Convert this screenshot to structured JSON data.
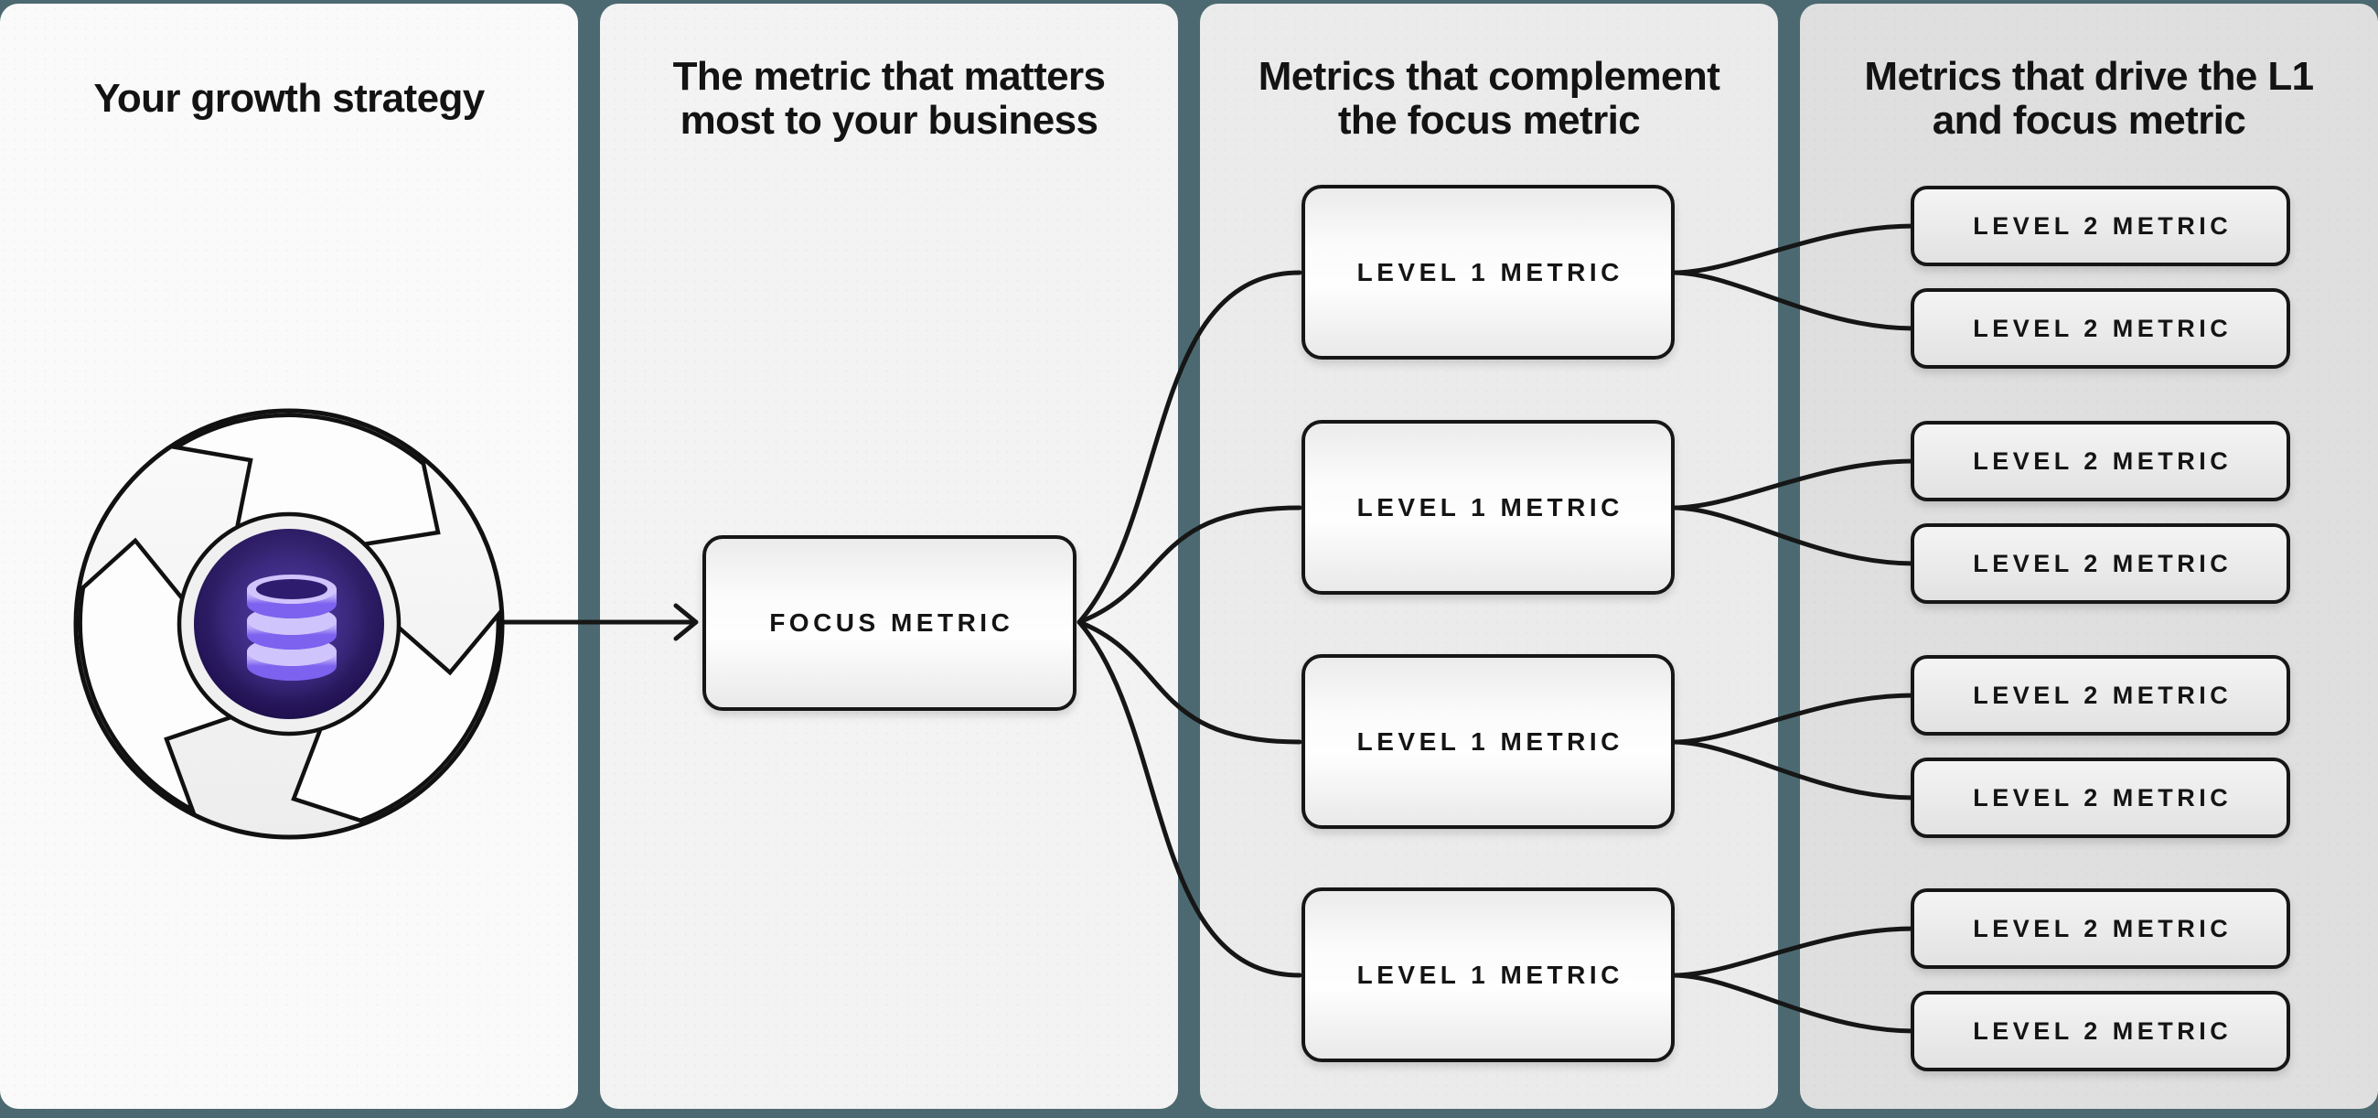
{
  "background_color": "#4C6971",
  "line_color": "#161616",
  "columns": [
    {
      "title_lines": [
        "Your growth strategy",
        ""
      ],
      "panel_color": "#FAFAFA"
    },
    {
      "title_lines": [
        "The metric that matters",
        "most to your business"
      ],
      "panel_color": "#F3F3F3"
    },
    {
      "title_lines": [
        "Metrics that complement",
        "the focus metric"
      ],
      "panel_color": "#EBEBEB"
    },
    {
      "title_lines": [
        "Metrics that drive the L1",
        "and focus metric"
      ],
      "panel_color": "#DFDFDF"
    }
  ],
  "nodes": {
    "focus": {
      "label": "FOCUS METRIC"
    },
    "level1": [
      {
        "label": "LEVEL 1 METRIC"
      },
      {
        "label": "LEVEL 1 METRIC"
      },
      {
        "label": "LEVEL 1 METRIC"
      },
      {
        "label": "LEVEL 1 METRIC"
      }
    ],
    "level2": [
      {
        "label": "LEVEL 2 METRIC"
      },
      {
        "label": "LEVEL 2 METRIC"
      },
      {
        "label": "LEVEL 2 METRIC"
      },
      {
        "label": "LEVEL 2 METRIC"
      },
      {
        "label": "LEVEL 2 METRIC"
      },
      {
        "label": "LEVEL 2 METRIC"
      },
      {
        "label": "LEVEL 2 METRIC"
      },
      {
        "label": "LEVEL 2 METRIC"
      }
    ]
  },
  "icon": {
    "name": "growth-flywheel-database-icon",
    "core_color": "#2E1D6E",
    "database_color": "#CFC4FB"
  },
  "connections": {
    "flywheel_to_focus": "arrow",
    "focus_to_level1": [
      0,
      1,
      2,
      3
    ],
    "level1_to_level2": [
      [
        0,
        1
      ],
      [
        2,
        3
      ],
      [
        4,
        5
      ],
      [
        6,
        7
      ]
    ]
  }
}
